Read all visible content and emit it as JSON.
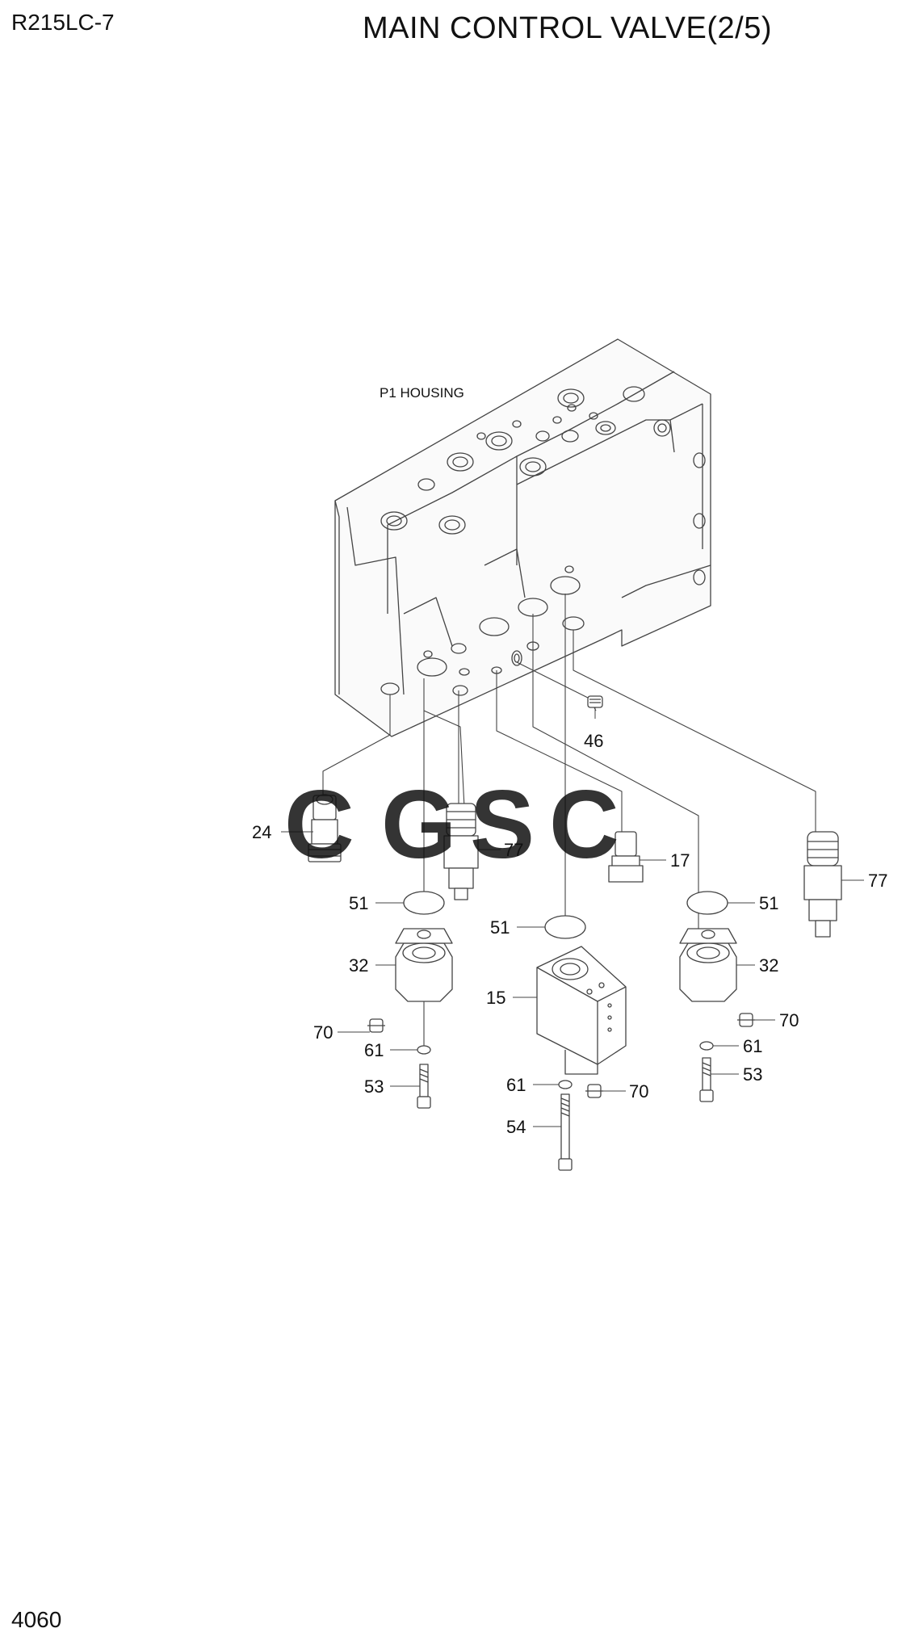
{
  "header": {
    "model": "R215LC-7",
    "title": "MAIN CONTROL VALVE(2/5)"
  },
  "footer": {
    "page_number": "4060"
  },
  "housing_label": "P1 HOUSING",
  "watermark": {
    "text": "CGSC",
    "colors": [
      "#6a9ef0",
      "#f0877f",
      "#f6d35a",
      "#6fbf8a"
    ]
  },
  "callouts": {
    "c24": "24",
    "c77a": "77",
    "c77b": "77",
    "c17": "17",
    "c46": "46",
    "c51a": "51",
    "c51b": "51",
    "c51c": "51",
    "c32a": "32",
    "c32b": "32",
    "c15": "15",
    "c70a": "70",
    "c70b": "70",
    "c70c": "70",
    "c61a": "61",
    "c61b": "61",
    "c61c": "61",
    "c53a": "53",
    "c53b": "53",
    "c54": "54"
  }
}
